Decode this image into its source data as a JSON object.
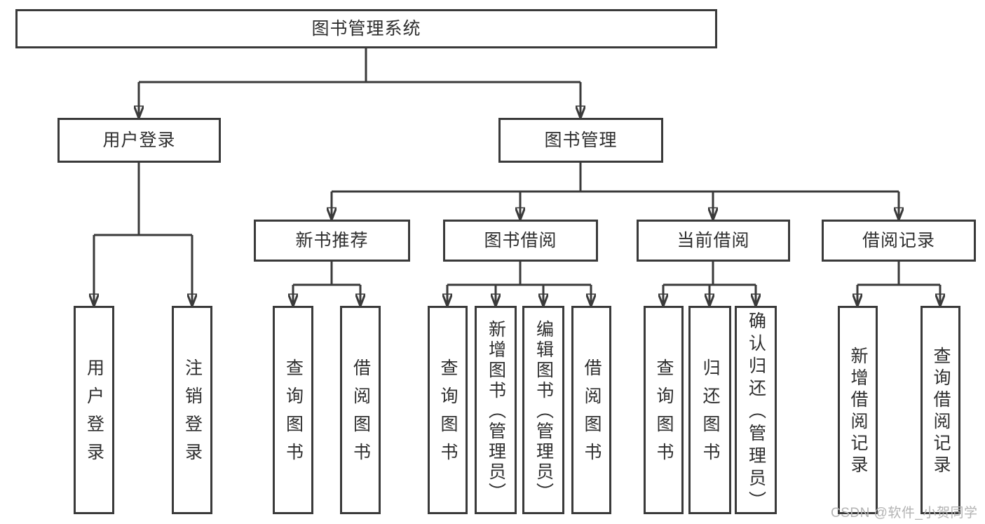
{
  "diagram": {
    "root": {
      "label": "图书管理系统"
    },
    "level2": [
      {
        "label": "用户登录"
      },
      {
        "label": "图书管理"
      }
    ],
    "level3": [
      {
        "label": "新书推荐"
      },
      {
        "label": "图书借阅"
      },
      {
        "label": "当前借阅"
      },
      {
        "label": "借阅记录"
      }
    ],
    "leaves": {
      "login": [
        "用户登录",
        "注销登录"
      ],
      "newbooks": [
        "查询图书",
        "借阅图书"
      ],
      "borrow": [
        "查询图书",
        "新增图书（管理员）",
        "编辑图书（管理员）",
        "借阅图书"
      ],
      "current": [
        "查询图书",
        "归还图书",
        "确认归还（管理员）"
      ],
      "records": [
        "新增借阅记录",
        "查询借阅记录"
      ]
    }
  },
  "watermark": "CSDN @软件_小贺同学",
  "colors": {
    "line": "#3a3a3a",
    "text": "#2e2e2e",
    "watermark": "#b3b3b3",
    "background": "#ffffff"
  }
}
